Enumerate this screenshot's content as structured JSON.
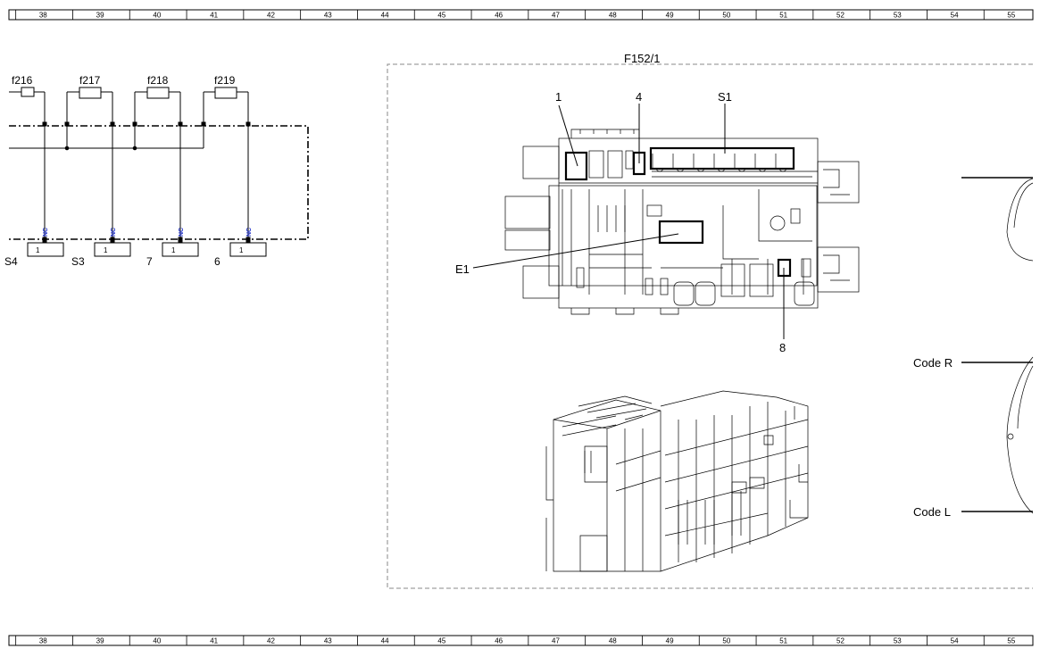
{
  "ruler": {
    "columns": [
      "38",
      "39",
      "40",
      "41",
      "42",
      "43",
      "44",
      "45",
      "46",
      "47",
      "48",
      "49",
      "50",
      "51",
      "52",
      "53",
      "54",
      "55"
    ]
  },
  "fuses": [
    {
      "label": "f216",
      "pin": "1",
      "slot": "S4"
    },
    {
      "label": "f217",
      "pin": "1",
      "slot": "S3"
    },
    {
      "label": "f218",
      "pin": "1",
      "slot": "7"
    },
    {
      "label": "f219",
      "pin": "1",
      "slot": "6"
    }
  ],
  "nc_label": "NC",
  "component": {
    "title": "F152/1",
    "callouts": {
      "c1": "1",
      "c4": "4",
      "s1": "S1",
      "e1": "E1",
      "c8": "8"
    }
  },
  "codes": {
    "right": "Code R",
    "left": "Code L"
  },
  "colors": {
    "line": "#000000",
    "dash": "#888888",
    "nc": "#2233cc"
  }
}
